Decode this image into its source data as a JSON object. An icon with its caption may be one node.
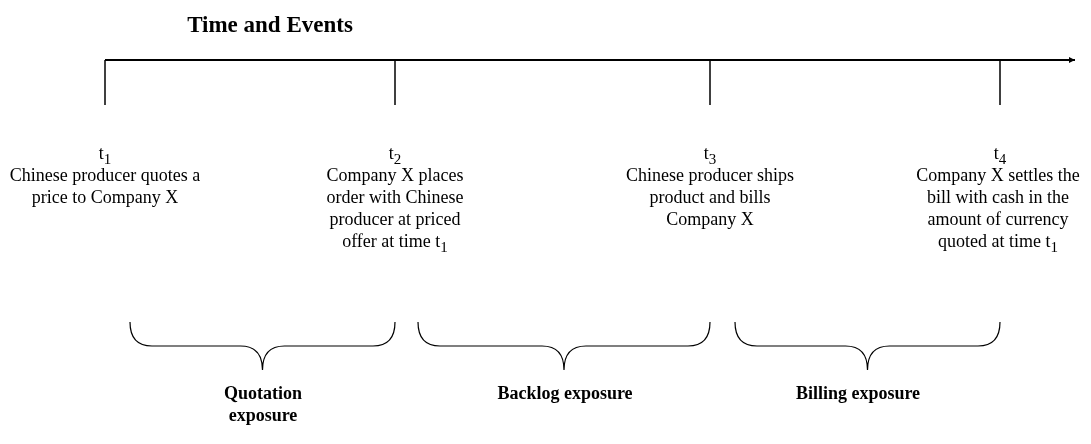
{
  "diagram": {
    "title": "Time and Events",
    "labels": [
      "t$_{1}$",
      "Chinese producer quotes a price to Company X",
      "t$_{2}$",
      "Company X places order with Chinese producer at priced offer at time t$_{1}$",
      "t$_{3}$",
      "Chinese producer ships product and bills Company X",
      "t$_{4}$",
      "Company X settles the bill with cash in the amount of currency quoted at time t$_{1}$",
      "Quotation exposure",
      "Backlog exposure",
      "Billing exposure"
    ]
  }
}
